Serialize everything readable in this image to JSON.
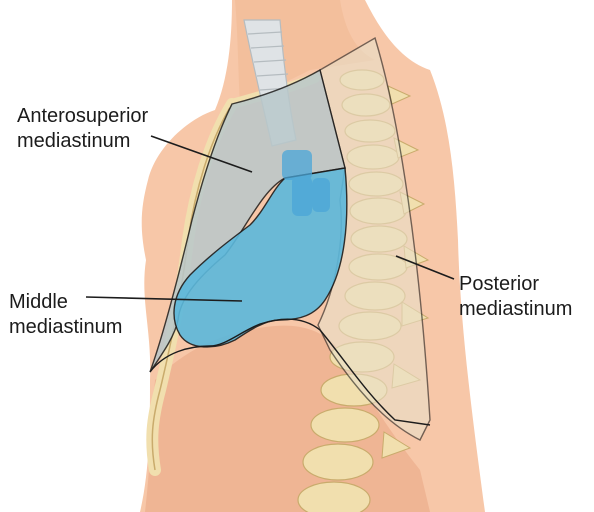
{
  "labels": {
    "anterosuperior": {
      "line1": "Anterosuperior",
      "line2": "mediastinum"
    },
    "middle": {
      "line1": "Middle",
      "line2": "mediastinum"
    },
    "posterior": {
      "line1": "Posterior",
      "line2": "mediastinum"
    }
  },
  "colors": {
    "skin": "#f7c7a8",
    "skin_dark": "#eaa684",
    "bone": "#f1dfae",
    "bone_outline": "#c9ab6c",
    "trachea": "#dfe3e6",
    "anterosuperior_region": "#b9c8cb",
    "middle_region": "#5bb8dc",
    "posterior_region": "#e9e0ca",
    "outline": "#1c1c1c"
  }
}
